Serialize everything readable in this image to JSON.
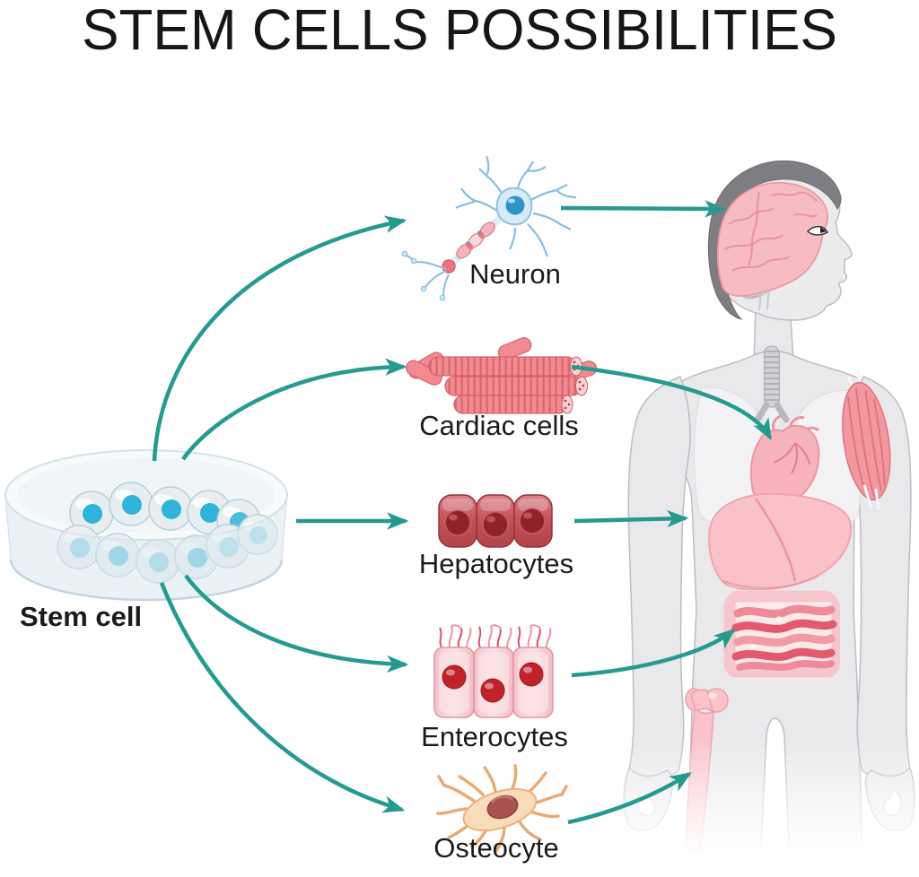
{
  "title": "STEM CELLS POSSIBILITIES",
  "source": {
    "label": "Stem cell",
    "icon": "petri-dish-icon"
  },
  "cell_types": [
    {
      "id": "neuron",
      "label": "Neuron",
      "icon": "neuron-icon",
      "target_organ": "brain"
    },
    {
      "id": "cardiac",
      "label": "Cardiac cells",
      "icon": "cardiac-fibers-icon",
      "target_organ": "heart"
    },
    {
      "id": "hepatocytes",
      "label": "Hepatocytes",
      "icon": "liver-cells-icon",
      "target_organ": "liver"
    },
    {
      "id": "enterocytes",
      "label": "Enterocytes",
      "icon": "intestinal-cells-icon",
      "target_organ": "intestine"
    },
    {
      "id": "osteocyte",
      "label": "Osteocyte",
      "icon": "bone-cell-icon",
      "target_organ": "femur-bone"
    }
  ],
  "figure": {
    "icon": "human-body-icon",
    "visible_organs": [
      "brain",
      "trachea",
      "lungs",
      "heart",
      "liver",
      "intestine",
      "femur-bone",
      "arm-muscle"
    ]
  },
  "colors": {
    "arrow_teal": "#259a8f",
    "title_text": "#1d1d1d",
    "body_gray": "#e9e9ec",
    "body_outline": "#bdbdc2",
    "hair_gray": "#7e7e82",
    "organ_pink": "#f6bcc2",
    "deep_red": "#c4535b",
    "stem_nucleus_cyan": "#2fb3da",
    "neuron_blue": "#d9eaf7",
    "osteocyte_tan": "#f8ddb8"
  }
}
